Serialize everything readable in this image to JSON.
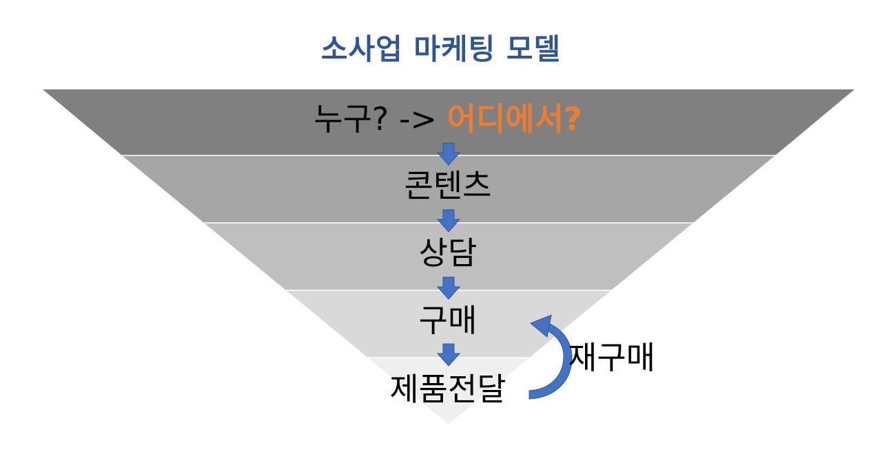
{
  "title": "소사업 마케팅 모델",
  "stages": {
    "who": "누구? ->",
    "where": "어디에서?",
    "content": "콘텐츠",
    "consult": "상담",
    "purchase": "구매",
    "delivery": "제품전달"
  },
  "loop_label": "재구매",
  "colors": {
    "title": "#2F5597",
    "highlight": "#ED7D31",
    "arrow": "#4472C4",
    "layers": [
      "#808080",
      "#A6A6A6",
      "#BFBFBF",
      "#D9D9D9",
      "#EFEFEF"
    ]
  }
}
